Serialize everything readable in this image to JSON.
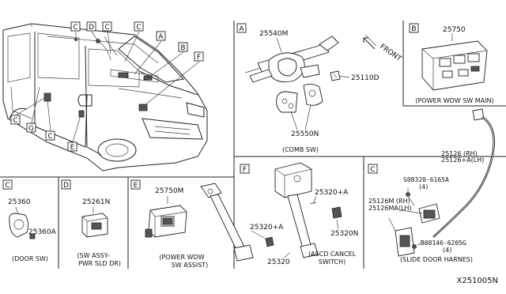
{
  "callouts": {
    "top_left": [
      "C",
      "D",
      "C",
      "C",
      "A",
      "B",
      "F"
    ],
    "bottom_left": [
      "C",
      "G",
      "C",
      "E"
    ]
  },
  "panels": {
    "A": {
      "letter": "A",
      "parts": [
        "25540M",
        "25110D",
        "25550N"
      ],
      "caption": "(COMB SW)",
      "front_label": "FRONT"
    },
    "B": {
      "letter": "B",
      "parts": [
        "25750"
      ],
      "caption": "(POWER WDW SW MAIN)"
    },
    "C1": {
      "letter": "C",
      "parts": [
        "25360",
        "25360A"
      ],
      "caption": "(DOOR SW)"
    },
    "D": {
      "letter": "D",
      "parts": [
        "25261N"
      ],
      "caption_line1": "(SW ASSY-",
      "caption_line2": "PWR SLD DR)"
    },
    "E": {
      "letter": "E",
      "parts": [
        "25750M"
      ],
      "caption_line1": "(POWER WDW",
      "caption_line2": "SW ASSIST)"
    },
    "F": {
      "letter": "F",
      "parts": [
        "25320+A",
        "25320+A",
        "25320N",
        "25320"
      ],
      "caption_line1": "(ASCD CANCEL",
      "caption_line2": "SWITCH)"
    },
    "C2": {
      "letter": "C",
      "harness_line1": "25126    (RH)",
      "harness_line2": "25126+A(LH)",
      "bolt_top": "S08320-6165A",
      "bolt_top_qty": "(4)",
      "label_m1": "25126M  (RH)",
      "label_m2": "25126MA(LH)",
      "bolt_bottom": "B08146-6205G",
      "bolt_bottom_qty": "(4)",
      "caption": "(SLIDE DOOR HARNES)"
    }
  },
  "diagram_id": "X251005N"
}
